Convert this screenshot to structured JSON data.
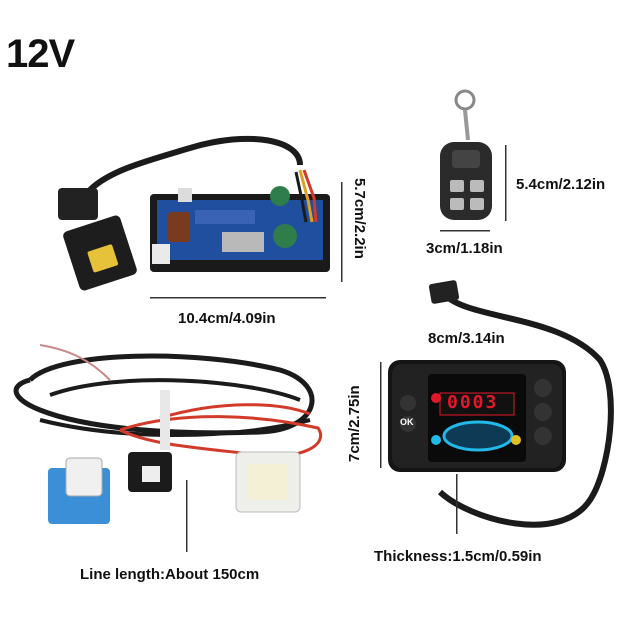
{
  "title": "12V",
  "dimensions": {
    "board_width": "10.4cm/4.09in",
    "board_height": "5.7cm/2.2in",
    "remote_height": "5.4cm/2.12in",
    "remote_width": "3cm/1.18in",
    "controller_width": "8cm/3.14in",
    "controller_height": "7cm/2.75in",
    "thickness": "Thickness:1.5cm/0.59in",
    "line_length": "Line length:About 150cm"
  },
  "display": {
    "digits": "0003"
  },
  "controller_buttons": {
    "ok": "OK"
  },
  "colors": {
    "board_blue": "#1f4f9e",
    "board_black": "#1a1a1a",
    "wire_red": "#d23a2a",
    "wire_black": "#1b1b1b",
    "connector_blue": "#3a8fd6",
    "display_red": "#e0182a",
    "display_cyan": "#21b9e8"
  }
}
